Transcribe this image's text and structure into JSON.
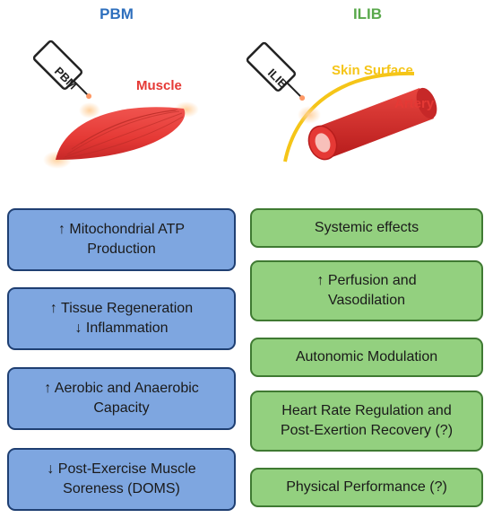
{
  "titles": {
    "left": "PBM",
    "right": "ILIB"
  },
  "illustration": {
    "left_device": "PBM",
    "left_label": "Muscle",
    "right_device": "ILIB",
    "right_label_surface": "Skin Surface",
    "right_label_artery": "Artery"
  },
  "left_boxes": [
    "↑ Mitochondrial ATP\nProduction",
    "↑ Tissue Regeneration\n↓ Inflammation",
    "↑ Aerobic and Anaerobic\nCapacity",
    "↓ Post-Exercise Muscle\nSoreness (DOMS)"
  ],
  "right_boxes": [
    "Systemic effects",
    "↑ Perfusion and\nVasodilation",
    "Autonomic Modulation",
    "Heart Rate Regulation and\nPost-Exertion Recovery (?)",
    "Physical Performance (?)"
  ],
  "colors": {
    "pbm_title": "#2e6fbd",
    "ilib_title": "#59a84b",
    "blue_box": "#7ea6e0",
    "green_box": "#93d07f",
    "muscle": "#e53935",
    "skin_surface": "#f5c518"
  }
}
